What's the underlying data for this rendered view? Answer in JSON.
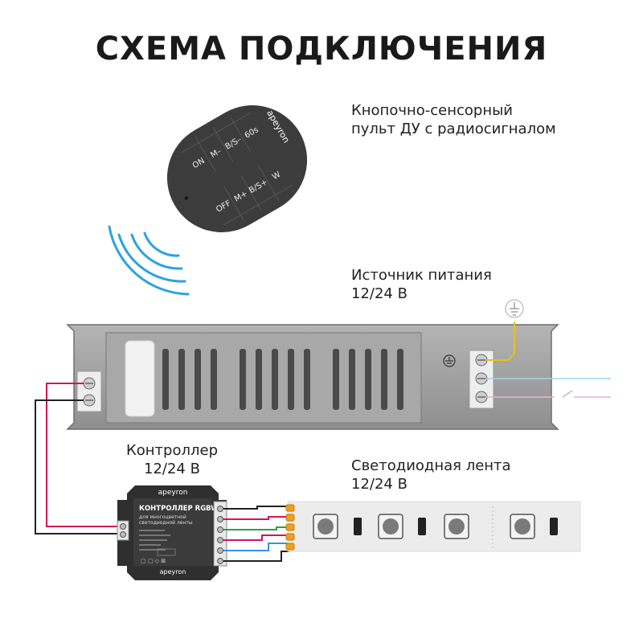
{
  "title": "СХЕМА ПОДКЛЮЧЕНИЯ",
  "labels": {
    "remote": [
      "Кнопочно-сенсорный",
      "пульт ДУ с радиосигналом"
    ],
    "psu": [
      "Источник питания",
      "12/24 В"
    ],
    "controller": [
      "Контроллер",
      "12/24 В"
    ],
    "strip": [
      "Светодиодная лента",
      "12/24 В"
    ]
  },
  "remote": {
    "brand": "apeyron",
    "buttons": [
      "ON",
      "M–",
      "B/S–",
      "60s",
      "OFF",
      "M+",
      "B/S+",
      "W"
    ]
  },
  "controller": {
    "brand": "apeyron",
    "heading": "КОНТРОЛЛЕР RGBW",
    "subheading": [
      "для многоцветной",
      "светодиодной ленты"
    ]
  },
  "colors": {
    "device_dark": "#3a3a3a",
    "psu_body": "#9e9e9e",
    "wire_red": "#d4145a",
    "wire_black": "#222222",
    "wire_green": "#2ea043",
    "wire_blue": "#3b8ee8",
    "wire_yellow": "#e8c21a",
    "signal_blue": "#2ba3e0"
  }
}
